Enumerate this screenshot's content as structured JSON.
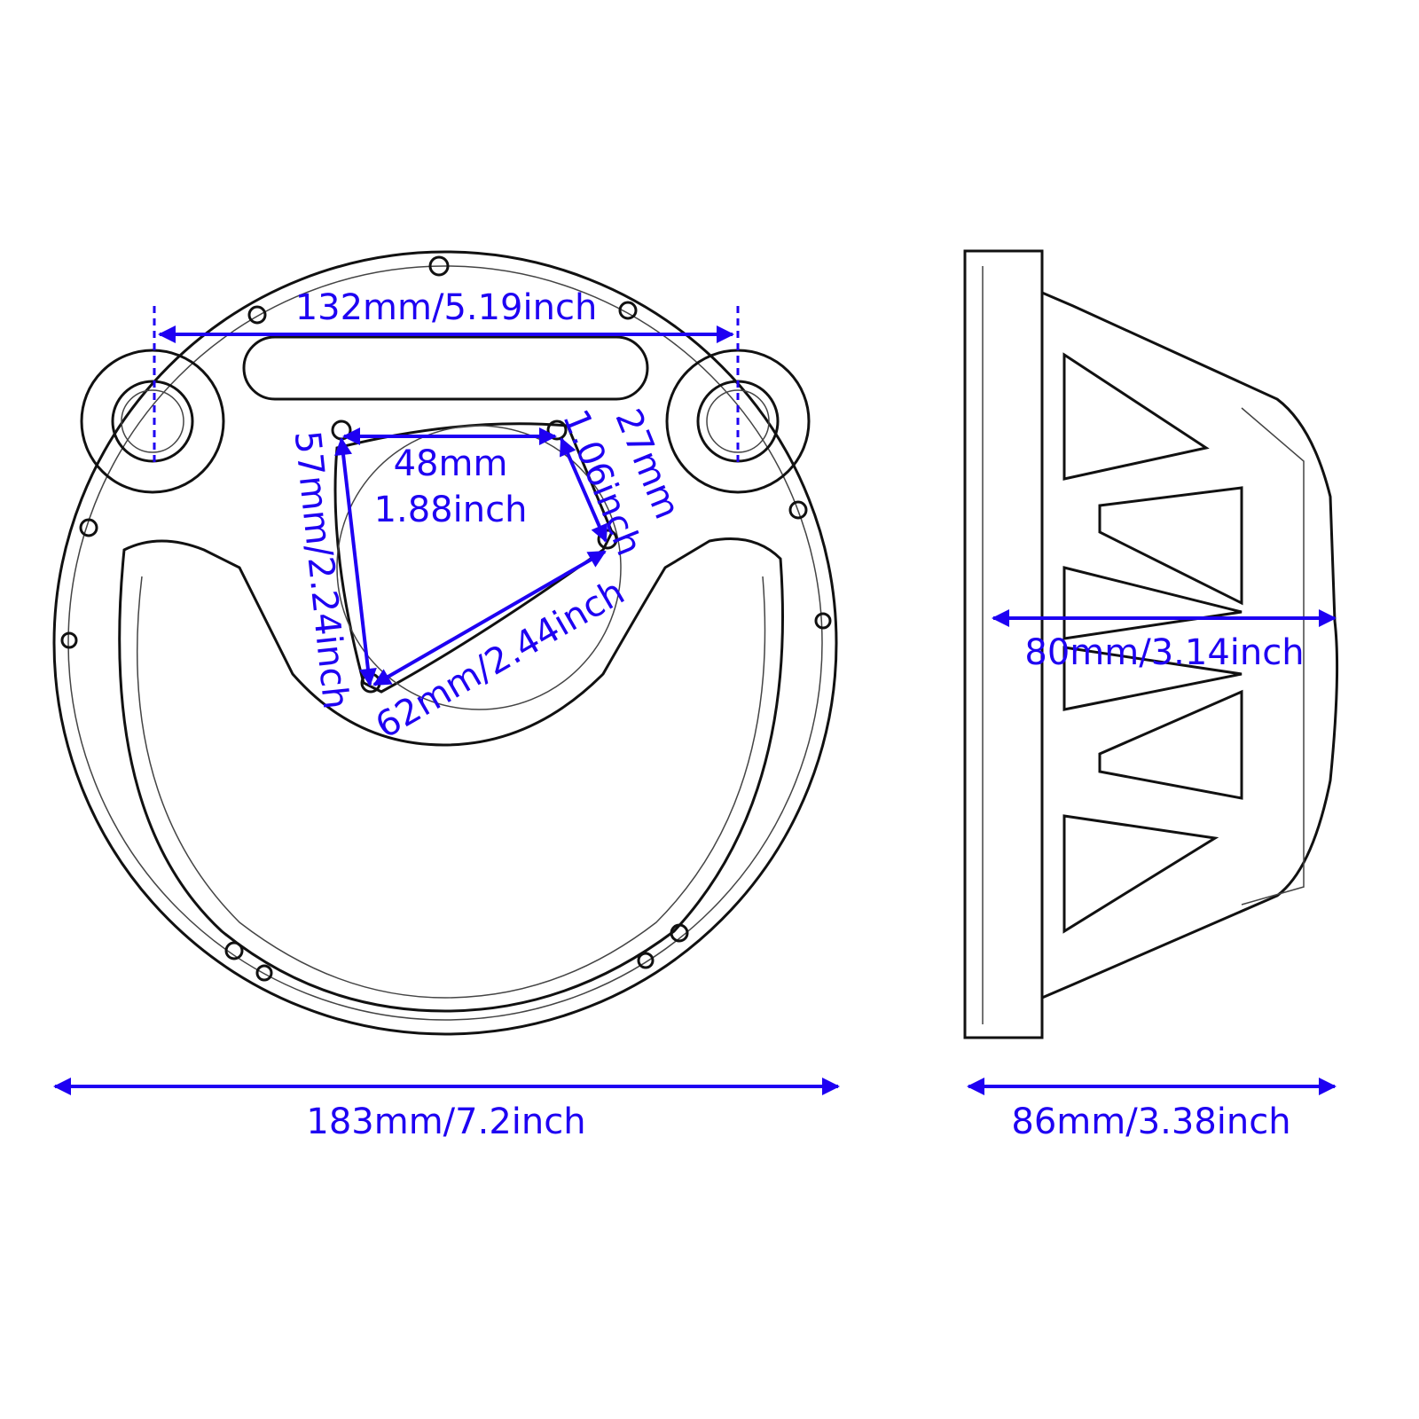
{
  "colors": {
    "dimension": "#1e00f2",
    "linework": "#111111",
    "background": "#ffffff"
  },
  "front_view": {
    "dimensions": {
      "bolt_span": "132mm/5.19inch",
      "overall_width": "183mm/7.2inch",
      "hole_top_span_mm": "48mm",
      "hole_top_span_in": "1.88inch",
      "hole_right_span_mm": "27mm",
      "hole_right_span_in": "1.06inch",
      "hole_left_span": "57mm/2.24inch",
      "hole_diagonal_span": "62mm/2.44inch"
    }
  },
  "side_view": {
    "dimensions": {
      "inner_depth": "80mm/3.14inch",
      "overall_depth": "86mm/3.38inch"
    }
  }
}
